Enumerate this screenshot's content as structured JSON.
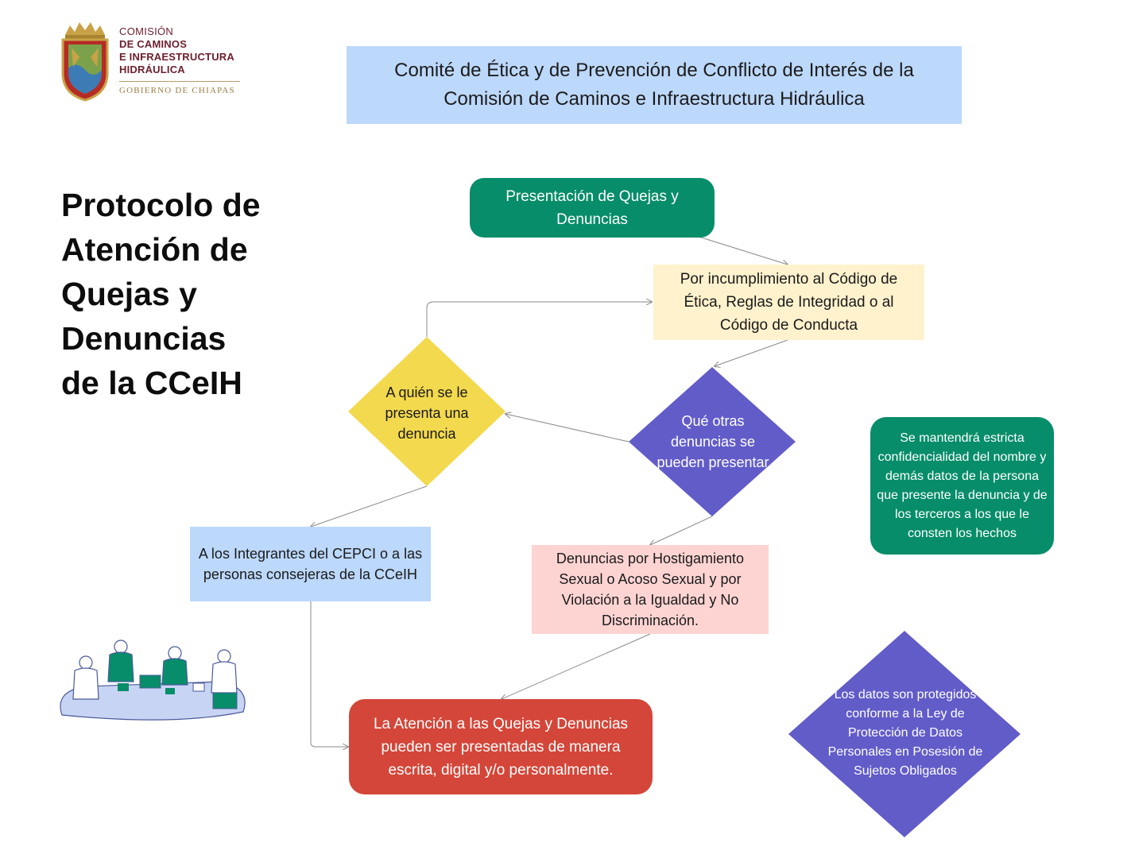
{
  "logo": {
    "line1": "COMISIÓN",
    "line2": "DE CAMINOS",
    "line3": "E INFRAESTRUCTURA",
    "line4": "HIDRÁULICA",
    "government": "GOBIERNO DE CHIAPAS"
  },
  "header": {
    "title": "Comité de Ética y de Prevención de Conflicto de Interés de la Comisión de Caminos e Infraestructura Hidráulica"
  },
  "main_title": "Protocolo de\nAtención de\nQuejas y\nDenuncias\nde la CCeIH",
  "nodes": {
    "start": "Presentación de Quejas y Denuncias",
    "codigo": "Por incumplimiento al Código de Ética, Reglas de Integridad o al Código de Conducta",
    "quien": "A quién se le presenta una denuncia",
    "otras": "Qué otras denuncias se pueden presentar",
    "cepci": "A los Integrantes del CEPCI o a las personas consejeras de la CCeIH",
    "hostigamiento": "Denuncias por Hostigamiento Sexual o Acoso Sexual y por Violación a la Igualdad y No Discriminación.",
    "atencion": "La Atención a las Quejas y Denuncias pueden ser presentadas de manera escrita, digital y/o personalmente.",
    "confidencialidad": "Se mantendrá estricta confidencialidad del nombre y demás datos de la persona que presente la denuncia y de los terceros a los que le consten los hechos",
    "datos": "Los datos son protegidos conforme a la Ley de Protección de Datos Personales en Posesión de Sujetos Obligados"
  },
  "colors": {
    "green": "#078d6a",
    "yellow": "#f3d94e",
    "purple": "#625cc9",
    "light_blue": "#bcd8fb",
    "cream": "#fff2cd",
    "pink": "#fed4d3",
    "red": "#d44639",
    "connector": "#8a8a8a"
  }
}
